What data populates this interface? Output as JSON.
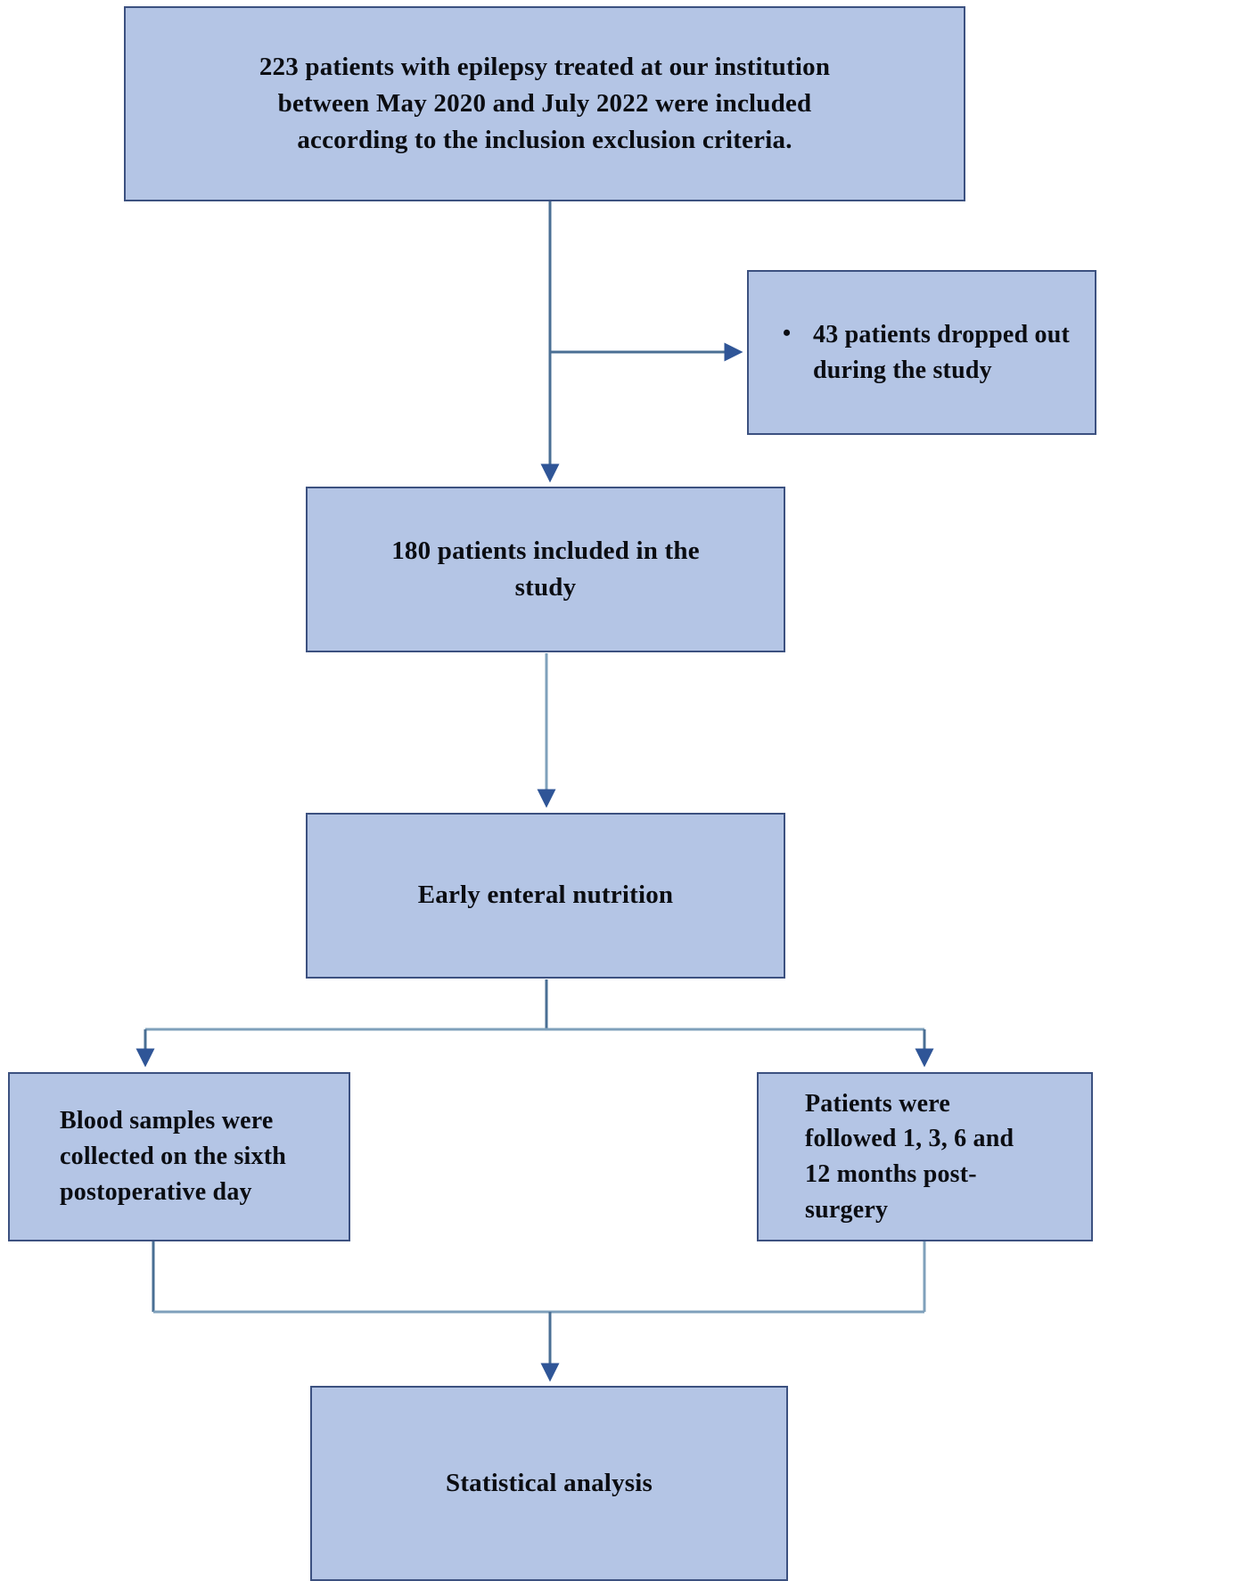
{
  "diagram": {
    "title": "Patient enrollment and study flow diagram",
    "type": "flowchart",
    "colors": {
      "node_fill": "#b4c5e5",
      "node_border": "#3c5180",
      "connector": "#4a6f94",
      "arrowhead": "#2f5597",
      "text": "#0b0d12",
      "background": "#ffffff"
    },
    "nodes": [
      {
        "id": "enrolled",
        "label": "223 patients with epilepsy treated at our institution\nbetween May 2020  and July 2022  were included\naccording to the inclusion exclusion criteria.",
        "align": "center"
      },
      {
        "id": "dropout",
        "bullet": "•",
        "label": "43 patients dropped out\nduring the study",
        "align": "left"
      },
      {
        "id": "included",
        "label": "180 patients included in the\nstudy",
        "align": "center"
      },
      {
        "id": "nutrition",
        "label": "Early  enteral nutrition",
        "align": "center"
      },
      {
        "id": "blood",
        "label": "Blood samples were\ncollected on the sixth\npostoperative day",
        "align": "left"
      },
      {
        "id": "followup",
        "label": "Patients were\nfollowed 1, 3, 6 and\n12 months post-\nsurgery",
        "align": "left"
      },
      {
        "id": "stats",
        "label": "Statistical analysis",
        "align": "center"
      }
    ],
    "edges": [
      {
        "from": "enrolled",
        "to": "dropout",
        "style": "elbow-right"
      },
      {
        "from": "enrolled",
        "to": "included",
        "style": "straight-down"
      },
      {
        "from": "included",
        "to": "nutrition",
        "style": "straight-down"
      },
      {
        "from": "nutrition",
        "to": "blood",
        "style": "split-left"
      },
      {
        "from": "nutrition",
        "to": "followup",
        "style": "split-right"
      },
      {
        "from": "blood",
        "to": "stats",
        "style": "merge-from-left"
      },
      {
        "from": "followup",
        "to": "stats",
        "style": "merge-from-right"
      }
    ]
  }
}
